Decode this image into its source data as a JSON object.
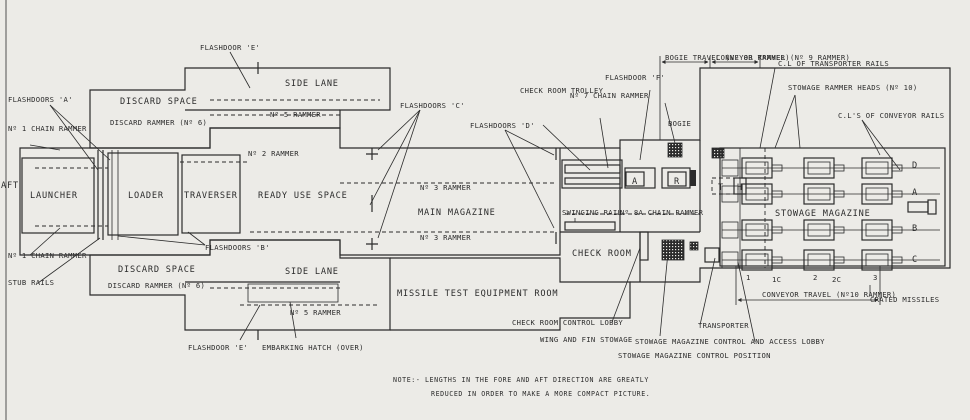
{
  "labels": {
    "aft": "AFT",
    "flashdoor_e_top": "FLASHDOOR 'E'",
    "side_lane_top": "SIDE LANE",
    "no5_rammer_top": "Nº 5 RAMMER",
    "discard_space_top": "DISCARD SPACE",
    "discard_rammer_top": "DISCARD RAMMER (Nº 6)",
    "flashdoors_a": "FLASHDOORS 'A'",
    "no1_chain_rammer_top": "Nº 1 CHAIN RAMMER",
    "no2_rammer": "Nº 2 RAMMER",
    "launcher": "LAUNCHER",
    "loader": "LOADER",
    "traverser": "TRAVERSER",
    "ready_use_space": "READY USE SPACE",
    "flashdoors_c": "FLASHDOORS 'C'",
    "flashdoors_d": "FLASHDOORS 'D'",
    "no3_rammer_top": "Nº 3 RAMMER",
    "main_magazine": "MAIN MAGAZINE",
    "no3_rammer_bottom": "Nº 3 RAMMER",
    "flashdoors_b": "FLASHDOORS 'B'",
    "no1_chain_rammer_bottom": "Nº 1 CHAIN RAMMER",
    "stub_rails": "STUB RAILS",
    "discard_space_bottom": "DISCARD SPACE",
    "discard_rammer_bottom": "DISCARD RAMMER (Nº 6)",
    "side_lane_bottom": "SIDE LANE",
    "no5_rammer_bottom": "Nº 5 RAMMER",
    "missile_test_room": "MISSILE TEST EQUIPMENT ROOM",
    "flashdoor_e_bottom": "FLASHDOOR 'E'",
    "embarking_hatch": "EMBARKING HATCH (OVER)",
    "check_room_trolley": "CHECK ROOM TROLLEY",
    "no7_chain_rammer": "Nº 7 CHAIN RAMMER",
    "flashdoor_f": "FLASHDOOR 'F'",
    "bogie_travel": "BOGIE TRAVEL (Nº 8B RAMMER)",
    "conveyor_travel_top": "CONVEYOR TRAVEL (Nº 9 RAMMER)",
    "cl_transporter_rails": "C.L OF TRANSPORTER RAILS",
    "stowage_rammer_heads": "STOWAGE RAMMER HEADS (Nº 10)",
    "cls_conveyor_rails": "C.L'S OF CONVEYOR RAILS",
    "bogie": "BOGIE",
    "swinging_rail": "SWINGING RAIL",
    "no8a_chain_rammer": "Nº 8A CHAIN RAMMER",
    "stowage_magazine": "STOWAGE MAGAZINE",
    "check_room": "CHECK ROOM",
    "check_room_control_lobby": "CHECK ROOM CONTROL LOBBY",
    "wing_fin_stowage": "WING AND FIN STOWAGE",
    "transporter": "TRANSPORTER",
    "stowage_control_access_lobby": "STOWAGE MAGAZINE CONTROL AND ACCESS LOBBY",
    "stowage_control_position": "STOWAGE MAGAZINE CONTROL POSITION",
    "conveyor_travel_bottom": "CONVEYOR TRAVEL (Nº10 RAMMER)",
    "crated_missiles": "CRATED MISSILES",
    "box_a": "A",
    "box_r": "R",
    "box_t": "T",
    "box_h": "H",
    "row_d": "D",
    "row_a": "A",
    "row_b": "B",
    "row_c": "C",
    "col_1": "1",
    "col_1c": "1C",
    "col_2": "2",
    "col_2c": "2C",
    "col_3": "3",
    "note_line1": "NOTE:- LENGTHS IN THE FORE AND AFT DIRECTION ARE GREATLY",
    "note_line2": "REDUCED IN ORDER TO MAKE A MORE COMPACT PICTURE."
  }
}
